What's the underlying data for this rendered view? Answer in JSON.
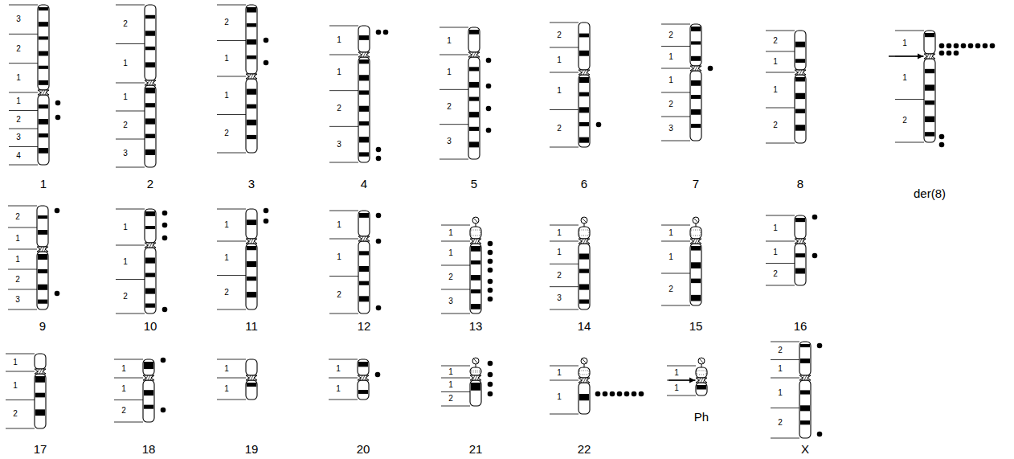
{
  "diagram": {
    "labels": [
      "3",
      "2",
      "1",
      "1",
      "2",
      "3",
      "4",
      "1",
      "2",
      "1",
      "1",
      "2",
      "3",
      "2",
      "2",
      "1",
      "1",
      "2",
      "3",
      "1",
      "1",
      "2",
      "3",
      "4",
      "1",
      "1",
      "2",
      "3",
      "5",
      "2",
      "1",
      "1",
      "2",
      "6",
      "2",
      "1",
      "1",
      "2",
      "3",
      "7",
      "2",
      "1",
      "1",
      "2",
      "8",
      "1",
      "1",
      "2",
      "der(8)",
      "2",
      "1",
      "1",
      "2",
      "3",
      "9",
      "1",
      "1",
      "2",
      "10",
      "1",
      "1",
      "2",
      "11",
      "1",
      "1",
      "2",
      "12",
      "1",
      "1",
      "2",
      "3",
      "13",
      "1",
      "1",
      "2",
      "3",
      "14",
      "1",
      "1",
      "2",
      "15",
      "1",
      "1",
      "2",
      "16",
      "1",
      "1",
      "2",
      "17",
      "1",
      "1",
      "2",
      "18",
      "1",
      "1",
      "19",
      "1",
      "1",
      "20",
      "1",
      "1",
      "2",
      "21",
      "1",
      "1",
      "22",
      "1",
      "1",
      "Ph",
      "2",
      "1",
      "1",
      "2",
      "X"
    ]
  }
}
